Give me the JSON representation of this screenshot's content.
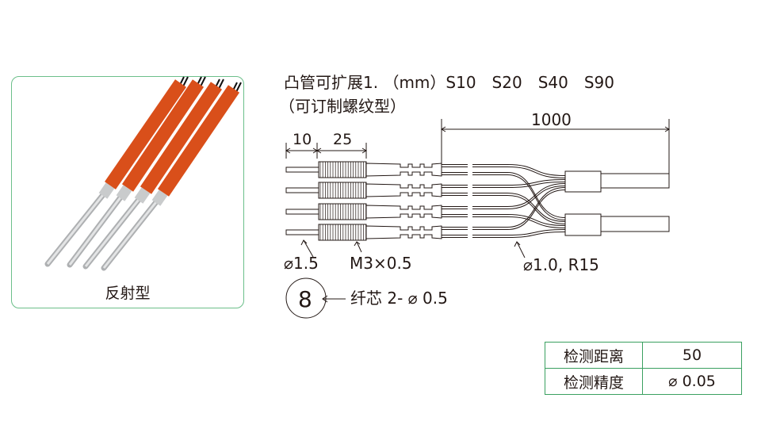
{
  "product_card": {
    "label": "反射型",
    "colors": {
      "border": "#6cbf8a",
      "body": "#d94f1a",
      "tip": "#c9cbcc"
    }
  },
  "drawing": {
    "title_line1": "凸管可扩展1. （mm）S10　S20　S40　S90",
    "title_line2": "（可订制螺纹型）",
    "dim_tip_length": "10",
    "dim_thread_length": "25",
    "dim_cable_length": "1000",
    "tip_diameter": "⌀1.5",
    "thread_spec": "M3×0.5",
    "fiber_spec": "⌀1.0, R15",
    "core_symbol": "8",
    "core_spec": "纤芯 2- ⌀ 0.5"
  },
  "spec_table": {
    "rows": [
      {
        "label": "检测距离",
        "value": "50"
      },
      {
        "label": "检测精度",
        "value": "⌀ 0.05"
      }
    ]
  }
}
